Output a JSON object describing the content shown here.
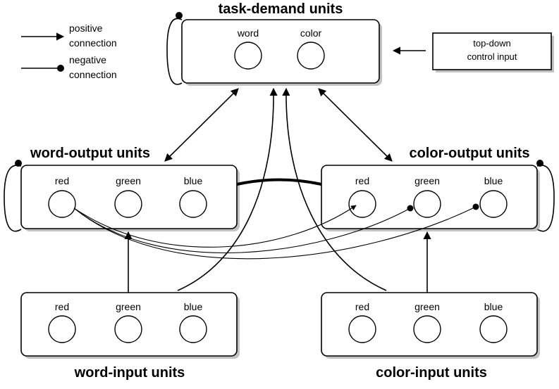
{
  "legend": {
    "positive": [
      "positive",
      "connection"
    ],
    "negative": [
      "negative",
      "connection"
    ]
  },
  "control": {
    "lines": [
      "top-down",
      "control input"
    ]
  },
  "task_demand": {
    "title": "task-demand units",
    "units": [
      "word",
      "color"
    ]
  },
  "word_output": {
    "title": "word-output units",
    "units": [
      "red",
      "green",
      "blue"
    ]
  },
  "color_output": {
    "title": "color-output units",
    "units": [
      "red",
      "green",
      "blue"
    ]
  },
  "word_input": {
    "title": "word-input units",
    "units": [
      "red",
      "green",
      "blue"
    ]
  },
  "color_input": {
    "title": "color-input units",
    "units": [
      "red",
      "green",
      "blue"
    ]
  }
}
